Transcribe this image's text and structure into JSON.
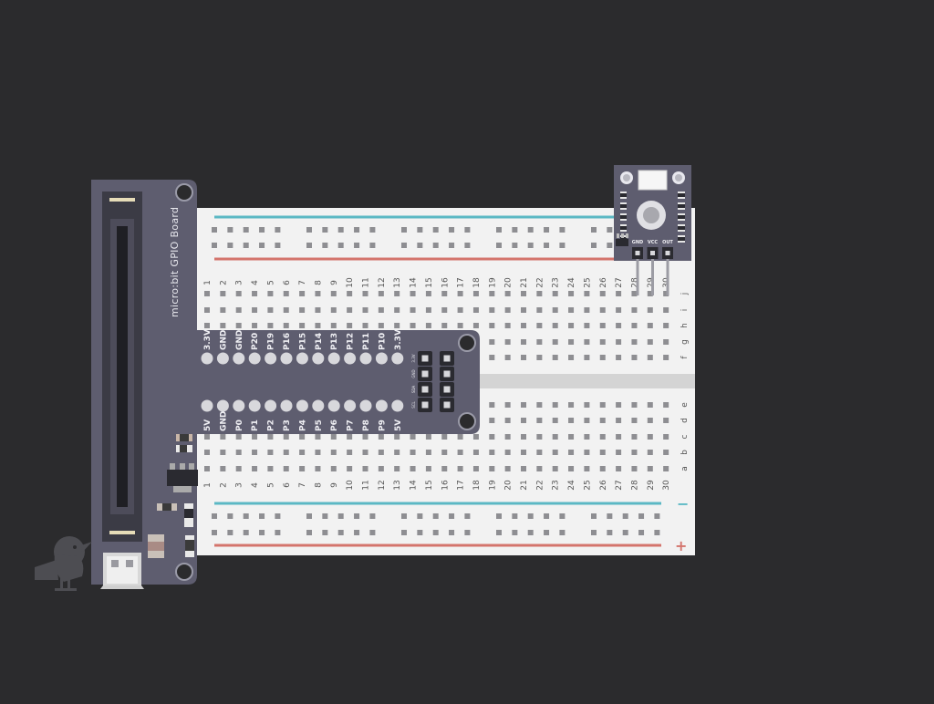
{
  "gpio_board": {
    "title": "micro:bit GPIO Board",
    "top_pins": [
      "3.3V",
      "GND",
      "GND",
      "P20",
      "P19",
      "P16",
      "P15",
      "P14",
      "P13",
      "P12",
      "P11",
      "P10",
      "3.3V"
    ],
    "bottom_pins": [
      "5V",
      "GND",
      "P0",
      "P1",
      "P2",
      "P3",
      "P4",
      "P5",
      "P6",
      "P7",
      "P8",
      "P9",
      "5V"
    ],
    "header_labels": [
      "3.3V",
      "GND",
      "SDA",
      "SCL"
    ]
  },
  "breadboard": {
    "column_numbers": [
      "1",
      "2",
      "3",
      "4",
      "5",
      "6",
      "7",
      "8",
      "9",
      "10",
      "11",
      "12",
      "13",
      "14",
      "15",
      "16",
      "17",
      "18",
      "19",
      "20",
      "21",
      "22",
      "23",
      "24",
      "25",
      "26",
      "27",
      "28",
      "29",
      "30"
    ],
    "upper_rows": [
      "j",
      "i",
      "h",
      "g",
      "f"
    ],
    "lower_rows": [
      "e",
      "d",
      "c",
      "b",
      "a"
    ],
    "minus_sign": "−",
    "plus_sign": "+"
  },
  "sensor_module": {
    "pin_labels": [
      "GND",
      "VCC",
      "OUT"
    ]
  },
  "icons": {
    "mascot": "bird-mascot-icon"
  },
  "colors": {
    "background": "#2b2b2d",
    "board": "#5e5d6f",
    "breadboard": "#f2f2f2",
    "rail_blue": "#5bb8c4",
    "rail_red": "#d4746c"
  }
}
